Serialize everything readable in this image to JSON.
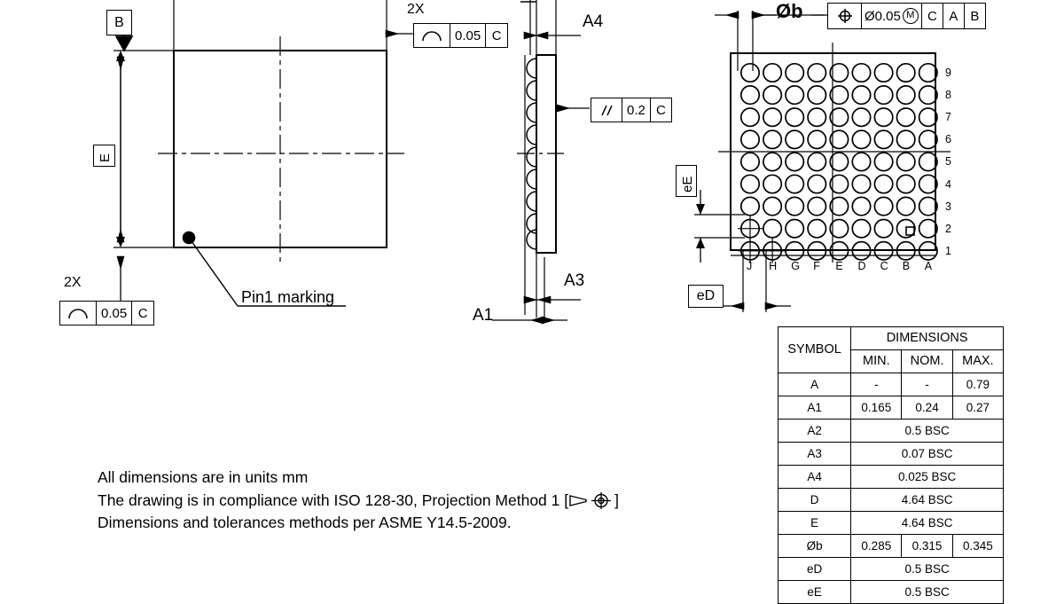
{
  "drawing": {
    "title": "BGA package mechanical drawing",
    "notes": [
      "All dimensions are in units mm",
      "The drawing is in compliance with ISO 128-30, Projection Method 1 [",
      "Dimensions and tolerances methods per ASME Y14.5-2009."
    ],
    "note_line2_tail": "]",
    "colors": {
      "line": "#000000",
      "background": "#ffffff"
    }
  },
  "top_view": {
    "datum_b_label": "B",
    "dimension_e_label": "E",
    "pin1_label": "Pin1 marking",
    "flatness_top": {
      "multiplier": "2X",
      "symbol": "profile-of-surface",
      "tolerance": "0.05",
      "datum": "C"
    },
    "flatness_bottom": {
      "multiplier": "2X",
      "symbol": "profile-of-surface",
      "tolerance": "0.05",
      "datum": "C"
    }
  },
  "side_view": {
    "a4_label": "A4",
    "a3_label": "A3",
    "a1_label": "A1",
    "parallelism": {
      "symbol": "parallelism",
      "tolerance": "0.2",
      "datum": "C"
    }
  },
  "bottom_view": {
    "ball_diameter_label": "Øb",
    "ed_label": "eD",
    "ee_label": "eE",
    "position_fcf": {
      "symbol": "position",
      "tolerance": "Ø0.05",
      "modifier": "M",
      "datums": [
        "C",
        "A",
        "B"
      ]
    },
    "columns": [
      "J",
      "H",
      "G",
      "F",
      "E",
      "D",
      "C",
      "B",
      "A"
    ],
    "rows": [
      "9",
      "8",
      "7",
      "6",
      "5",
      "4",
      "3",
      "2",
      "1"
    ],
    "ball_count": 81
  },
  "dimension_table": {
    "symbol_header": "SYMBOL",
    "dimensions_header": "DIMENSIONS",
    "sub_headers": [
      "MIN.",
      "NOM.",
      "MAX."
    ],
    "rows": [
      {
        "symbol": "A",
        "min": "-",
        "nom": "-",
        "max": "0.79",
        "span": false
      },
      {
        "symbol": "A1",
        "min": "0.165",
        "nom": "0.24",
        "max": "0.27",
        "span": false
      },
      {
        "symbol": "A2",
        "value": "0.5 BSC",
        "span": true
      },
      {
        "symbol": "A3",
        "value": "0.07 BSC",
        "span": true
      },
      {
        "symbol": "A4",
        "value": "0.025 BSC",
        "span": true
      },
      {
        "symbol": "D",
        "value": "4.64 BSC",
        "span": true
      },
      {
        "symbol": "E",
        "value": "4.64 BSC",
        "span": true
      },
      {
        "symbol": "Øb",
        "min": "0.285",
        "nom": "0.315",
        "max": "0.345",
        "span": false
      },
      {
        "symbol": "eD",
        "value": "0.5 BSC",
        "span": true
      },
      {
        "symbol": "eE",
        "value": "0.5 BSC",
        "span": true
      }
    ]
  }
}
